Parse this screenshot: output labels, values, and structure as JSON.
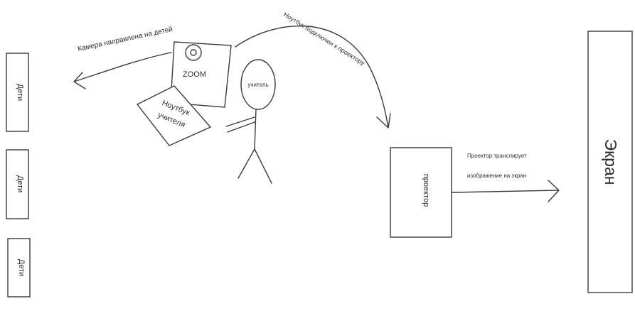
{
  "diagram": {
    "children_label": "Дети",
    "camera_label": "ZOOM",
    "laptop_label_line1": "Ноутбук",
    "laptop_label_line2": "учителя",
    "teacher_label": "учитель",
    "camera_arrow_label": "Камера направлена на детей",
    "laptop_arrow_label": "Ноутбук подключен к проектору",
    "projector_label": "проектор",
    "projection_label_line1": "Проектор транслирует",
    "projection_label_line2": "изображение на экран",
    "screen_label": "Экран",
    "ink_color": "#3a3a3a"
  }
}
